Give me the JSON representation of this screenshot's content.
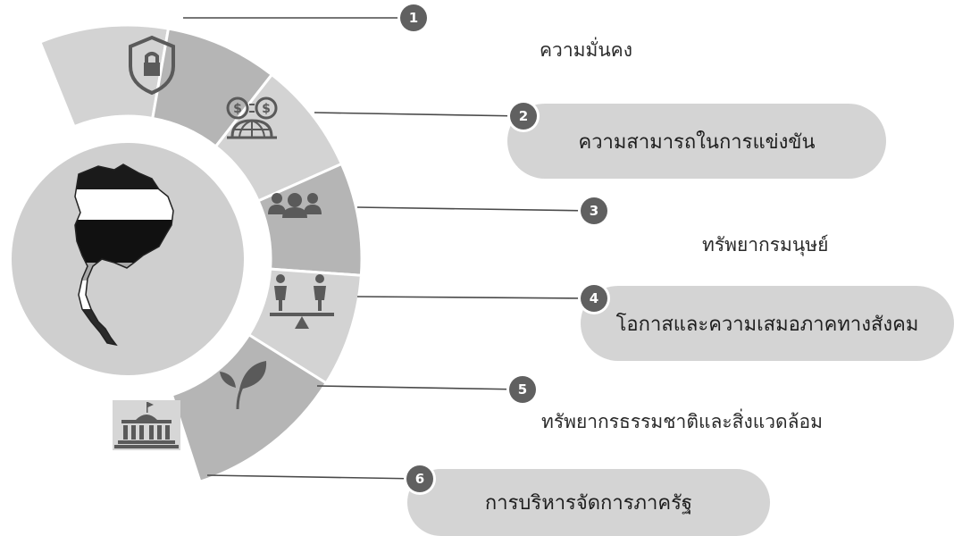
{
  "items": [
    {
      "number": "1",
      "label": "ความมั่นคง",
      "icon": "shield-lock-icon",
      "highlighted": false
    },
    {
      "number": "2",
      "label": "ความสามารถในการแข่งขัน",
      "icon": "currency-globe-icon",
      "highlighted": true
    },
    {
      "number": "3",
      "label": "ทรัพยากรมนุษย์",
      "icon": "people-group-icon",
      "highlighted": false
    },
    {
      "number": "4",
      "label": "โอกาสและความเสมอภาคทางสังคม",
      "icon": "equality-scale-icon",
      "highlighted": true
    },
    {
      "number": "5",
      "label": "ทรัพยากรธรรมชาติและสิ่งแวดล้อม",
      "icon": "leaf-icon",
      "highlighted": false
    },
    {
      "number": "6",
      "label": "การบริหารจัดการภาครัฐ",
      "icon": "government-building-icon",
      "highlighted": true
    }
  ],
  "center": {
    "icon": "thailand-flag-map-icon"
  },
  "colors": {
    "segment_light": "#d3d3d3",
    "segment_dark": "#b5b5b5",
    "badge": "#606060",
    "pill": "#d4d4d4",
    "center_circle": "#cfcfcf",
    "icon": "#5a5a5a"
  }
}
